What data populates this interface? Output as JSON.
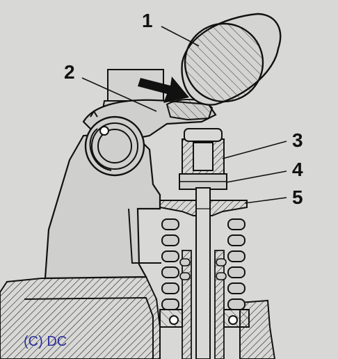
{
  "callouts": {
    "c1": "1",
    "c2": "2",
    "c3": "3",
    "c4": "4",
    "c5": "5"
  },
  "copyright": "(C) DC",
  "colors": {
    "background": "#d8d8d6",
    "line": "#111111",
    "copyright": "#2d2f9e"
  }
}
